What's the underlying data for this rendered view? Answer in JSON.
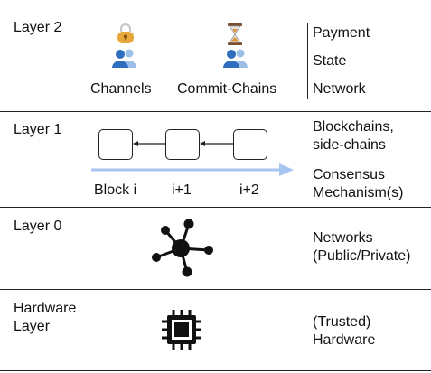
{
  "layer2": {
    "title": "Layer 2",
    "channels_label": "Channels",
    "commit_chains_label": "Commit-Chains",
    "lock_icon": "lock-icon",
    "hourglass_icon": "hourglass-icon",
    "users_icon": "users-icon",
    "right": [
      "Payment",
      "State",
      "Network"
    ]
  },
  "layer1": {
    "title": "Layer 1",
    "right": [
      "Blockchains,",
      "side-chains",
      "Consensus",
      "Mechanism(s)"
    ],
    "blocks": [
      "Block i",
      "i+1",
      "i+2"
    ],
    "arrow_color": "#a8c4f0"
  },
  "layer0": {
    "title": "Layer 0",
    "icon": "network-node-icon",
    "right": [
      "Networks",
      "(Public/Private)"
    ]
  },
  "hardware": {
    "title": [
      "Hardware",
      "Layer"
    ],
    "icon": "cpu-chip-icon",
    "right": [
      "(Trusted)",
      "Hardware"
    ]
  },
  "colors": {
    "lock_gold": "#e8a73a",
    "users_blue": "#2f6dbf",
    "users_light": "#9bbfe8"
  }
}
